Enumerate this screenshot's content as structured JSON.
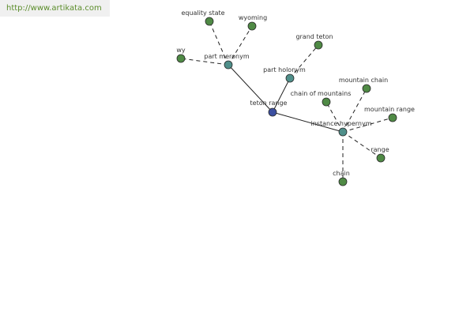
{
  "site": {
    "url_text": "http://www.artikata.com"
  },
  "colors": {
    "root": "#3b4fa0",
    "relation": "#4f8f8a",
    "leaf": "#4f8a45",
    "edge": "#222222",
    "link_text": "#5b8d2a"
  },
  "graph": {
    "nodes": [
      {
        "id": "teton-range",
        "label": "teton range",
        "kind": "root"
      },
      {
        "id": "part-meronym",
        "label": "part meronym",
        "kind": "relation"
      },
      {
        "id": "part-holonym",
        "label": "part holonym",
        "kind": "relation"
      },
      {
        "id": "instance-hypernym",
        "label": "instance hypernym",
        "kind": "relation"
      },
      {
        "id": "equality-state",
        "label": "equality state",
        "kind": "leaf"
      },
      {
        "id": "wyoming",
        "label": "wyoming",
        "kind": "leaf"
      },
      {
        "id": "wy",
        "label": "wy",
        "kind": "leaf"
      },
      {
        "id": "grand-teton",
        "label": "grand teton",
        "kind": "leaf"
      },
      {
        "id": "chain-of-mountains",
        "label": "chain of mountains",
        "kind": "leaf"
      },
      {
        "id": "mountain-chain",
        "label": "mountain chain",
        "kind": "leaf"
      },
      {
        "id": "mountain-range",
        "label": "mountain range",
        "kind": "leaf"
      },
      {
        "id": "range",
        "label": "range",
        "kind": "leaf"
      },
      {
        "id": "chain",
        "label": "chain",
        "kind": "leaf"
      }
    ],
    "edges": [
      {
        "from": "teton-range",
        "to": "part-meronym",
        "style": "solid"
      },
      {
        "from": "teton-range",
        "to": "part-holonym",
        "style": "solid"
      },
      {
        "from": "teton-range",
        "to": "instance-hypernym",
        "style": "solid"
      },
      {
        "from": "part-meronym",
        "to": "equality-state",
        "style": "dashed"
      },
      {
        "from": "part-meronym",
        "to": "wyoming",
        "style": "dashed"
      },
      {
        "from": "part-meronym",
        "to": "wy",
        "style": "dashed"
      },
      {
        "from": "part-holonym",
        "to": "grand-teton",
        "style": "dashed"
      },
      {
        "from": "instance-hypernym",
        "to": "chain-of-mountains",
        "style": "dashed"
      },
      {
        "from": "instance-hypernym",
        "to": "mountain-chain",
        "style": "dashed"
      },
      {
        "from": "instance-hypernym",
        "to": "mountain-range",
        "style": "dashed"
      },
      {
        "from": "instance-hypernym",
        "to": "range",
        "style": "dashed"
      },
      {
        "from": "instance-hypernym",
        "to": "chain",
        "style": "dashed"
      }
    ]
  }
}
